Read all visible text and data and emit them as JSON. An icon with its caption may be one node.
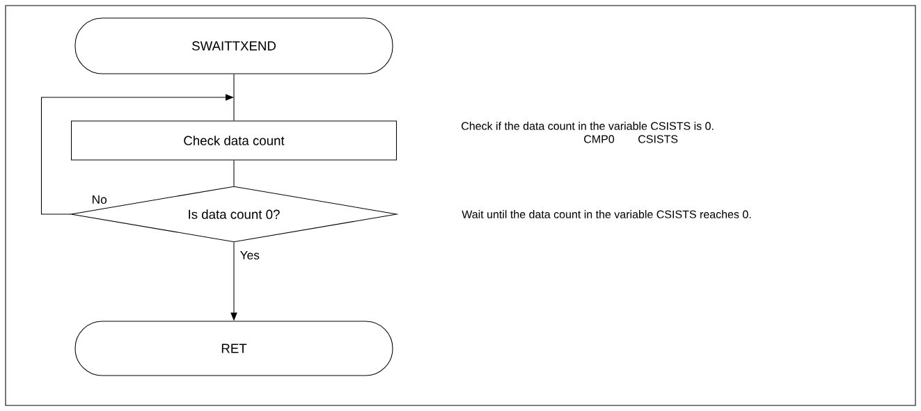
{
  "diagram": {
    "nodes": [
      {
        "text": [
          "SWAITTXEND"
        ]
      },
      {
        "text": [
          "Check data count"
        ]
      },
      {
        "text": [
          "Is data count 0?"
        ]
      },
      {
        "text": [
          "RET"
        ]
      }
    ],
    "edges": [
      {
        "from": 0,
        "to": 1,
        "arrow": "none"
      },
      {
        "from": 1,
        "to": 2,
        "arrow": "none"
      },
      {
        "from": 2,
        "to": 1,
        "arrow": "to",
        "label": "No"
      },
      {
        "from": 2,
        "to": 3,
        "arrow": "to",
        "label": "Yes"
      }
    ],
    "labels": [
      "Check if the data count in the variable CSISTS is 0.",
      "CMP0",
      "CSISTS",
      "Wait until the data count in the variable CSISTS reaches 0."
    ]
  }
}
